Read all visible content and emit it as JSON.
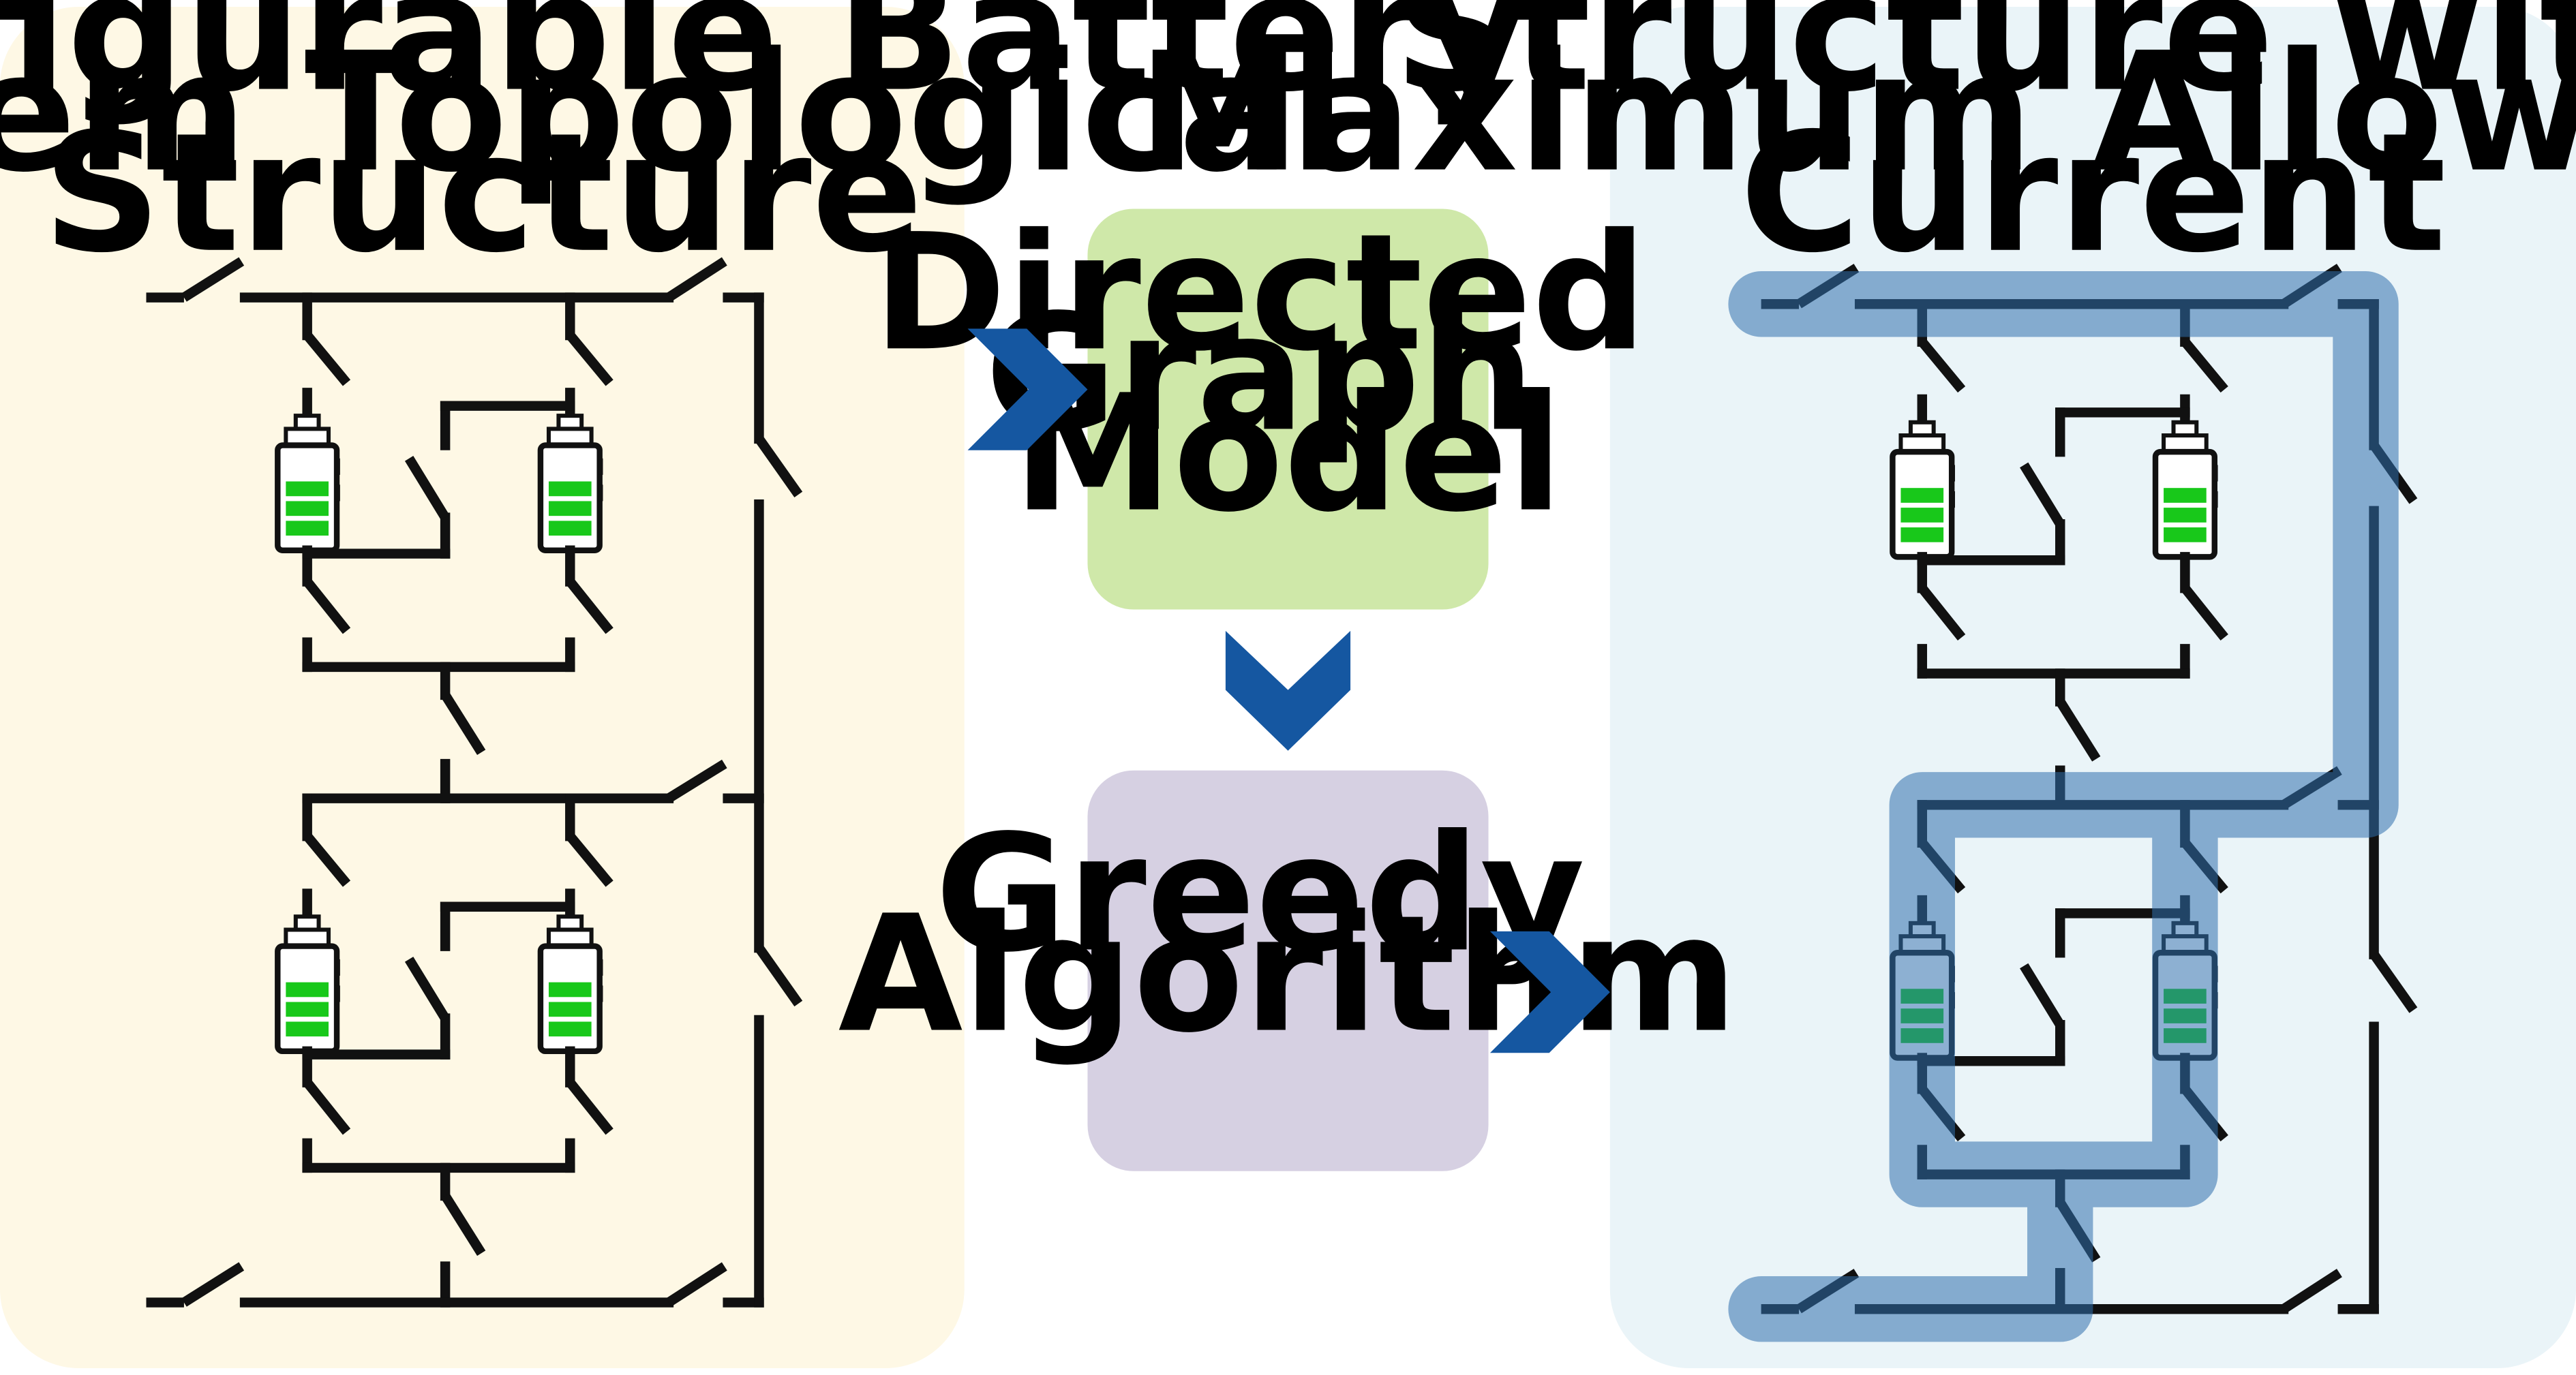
{
  "left_panel": {
    "title_lines": [
      "Reconfigurable Battery",
      "System Topological",
      "Structure"
    ]
  },
  "right_panel": {
    "title_lines": [
      "Structure with",
      "Maximum Allowable",
      "Current"
    ]
  },
  "box_directed": {
    "lines": [
      "Directed",
      "Graph",
      "Model"
    ]
  },
  "box_greedy": {
    "lines": [
      "Greedy",
      "Algorithm"
    ]
  },
  "colors": {
    "left_panel_bg": "#fef8e5",
    "right_panel_bg": "#eaf4f8",
    "box_directed_bg": "#cfe8a9",
    "box_greedy_bg": "#d6d0e2",
    "arrow": "#1557a1",
    "battery_fill": "#18c81a",
    "highlight": "#2f6fad"
  },
  "icons": {
    "arrow": "chevron-arrow-icon",
    "battery": "battery-icon",
    "switch": "open-switch-icon"
  }
}
